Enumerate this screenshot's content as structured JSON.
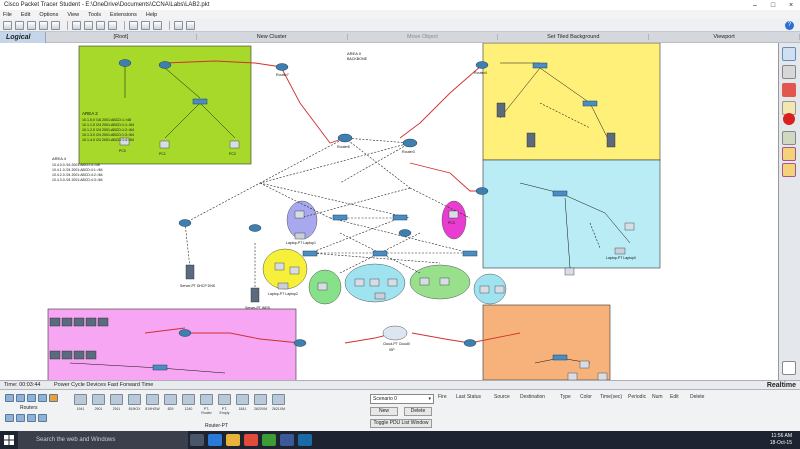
{
  "window": {
    "title": "Cisco Packet Tracer Student - E:\\OneDrive\\Documents\\CCNA\\Labs\\LAB2.pkt"
  },
  "menu": [
    "File",
    "Edit",
    "Options",
    "View",
    "Tools",
    "Extensions",
    "Help"
  ],
  "workspace_bar": {
    "logical": "Logical",
    "items": [
      "[Root]",
      "New Cluster",
      "Move Object",
      "Set Tiled Background",
      "Viewport"
    ]
  },
  "areas": {
    "area2_title": "AREA 2",
    "area2_lines": [
      "10.1.0.0 /16 2001:ABCD:1::/48",
      "10.1.1.0 /24 2001:ABCD:1:1::/64",
      "10.1.2.0 /24 2001:ABCD:1:2::/64",
      "10.1.3.0 /24 2001:ABCD:1:3::/64",
      "10.1.4.0 /24 2001:ABCD:1:4::/64"
    ],
    "area0_title": "AREA 0",
    "area0_sub": "BACKBONE",
    "area4_title": "AREA 4",
    "area4_lines": [
      "10.4.0.0 /16 2001:ABCD:4::/48",
      "10.4.1.0 /24 2001:ABCD:4:1::/64",
      "10.4.2.0 /24 2001:ABCD:4:2::/64",
      "10.4.3.0 /24 2001:ABCD:4:3::/64"
    ]
  },
  "devices": {
    "router_top_left": "Router7",
    "router_top_right": "Router4",
    "router_core_left": "Router5",
    "router_core_right": "Router3",
    "server_dhcp": "Server-PT DHCP DNS",
    "server_web": "Server-PT WEB",
    "cloud": "Cloud-PT Cloud0",
    "isp": "ISP",
    "pc0": "PC0",
    "pc1": "PC1",
    "pc2": "PC2",
    "pc3": "PC3",
    "laptop1": "Laptop-PT Laptop1",
    "laptop2": "Laptop-PT Laptop2",
    "laptop0": "Laptop-PT Laptop0"
  },
  "status": {
    "time_label": "Time: 00:03:44",
    "controls": "Power Cycle Devices  Fast Forward Time",
    "mode": "Realtime"
  },
  "bottom_panel": {
    "category_label": "Routers",
    "device_models": [
      "1941",
      "2901",
      "2911",
      "819IOX",
      "819HGW",
      "829",
      "1240",
      "PT-Router",
      "PT-Empty",
      "1841",
      "2620XM",
      "2621XM"
    ],
    "selected_model": "Router-PT",
    "scenario": "Scenario 0",
    "new_label": "New",
    "delete_label": "Delete",
    "toggle_label": "Toggle PDU List Window",
    "pdu_columns": [
      "Fire",
      "Last Status",
      "Source",
      "Destination",
      "Type",
      "Color",
      "Time(sec)",
      "Periodic",
      "Num",
      "Edit",
      "Delete"
    ]
  },
  "taskbar": {
    "search_placeholder": "Search the web and Windows",
    "clock": "11:56 AM",
    "date": "18-Oct-15"
  },
  "colors": {
    "area_green": "#a6d92a",
    "area_yellow": "#fff07a",
    "area_cyan": "#b9ecf5",
    "area_pink": "#f6a6f2",
    "area_orange": "#f7b27c",
    "link_red": "#d03030"
  }
}
